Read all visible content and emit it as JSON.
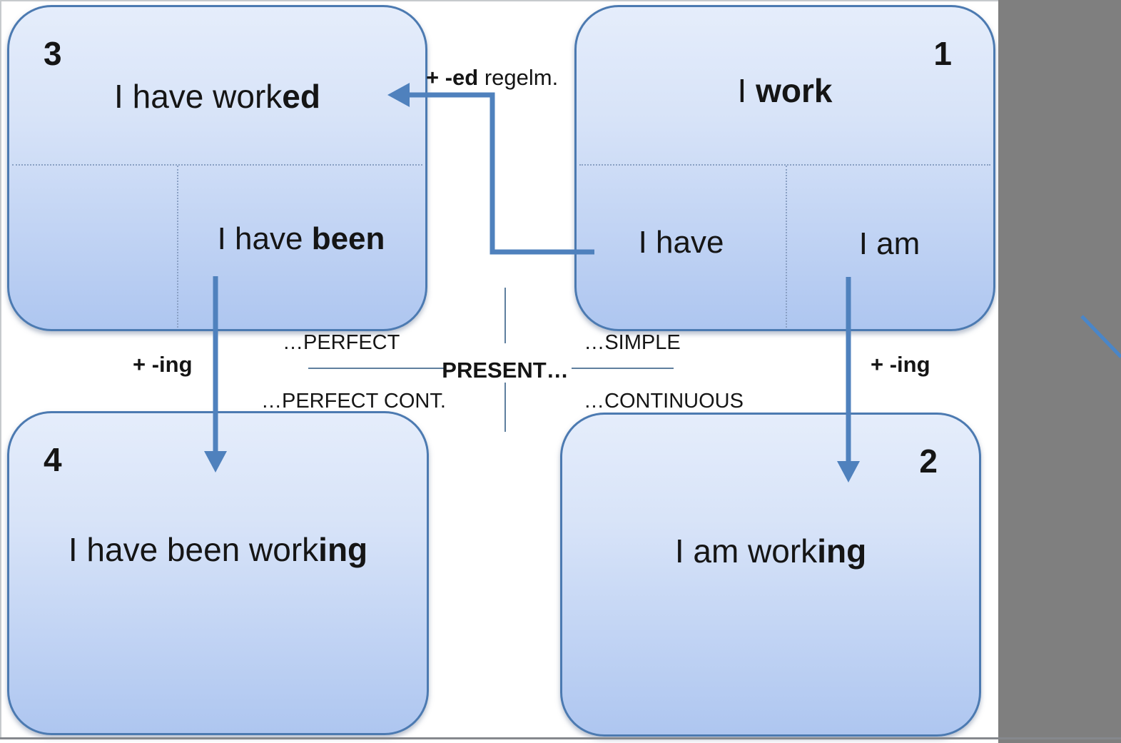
{
  "colors": {
    "accent_arrow": "#4f81bd",
    "box_border": "#4c7ab1",
    "box_fill_top": "#e5edfb",
    "box_fill_bottom": "#aec6f0",
    "offslide_gray": "#7f7f7f",
    "divider_line": "#5f7f9e"
  },
  "boxes": {
    "simple": {
      "number": "1",
      "title_prefix": "I ",
      "title_bold": "work",
      "sub_left": "I have",
      "sub_right": "I am"
    },
    "continuous": {
      "number": "2",
      "title_prefix": "I am work",
      "title_bold": "ing"
    },
    "perfect": {
      "number": "3",
      "title_prefix": "I have work",
      "title_bold": "ed",
      "sub_prefix": "I have ",
      "sub_bold": "been"
    },
    "perfect_continuous": {
      "number": "4",
      "title_prefix": "I have been work",
      "title_bold": "ing"
    }
  },
  "labels": {
    "ed_rule_bold": "+ -ed",
    "ed_rule_rest": " regelm.",
    "ing_left": "+ -ing",
    "ing_right": "+ -ing",
    "center_present": "PRESENT…",
    "center_perfect": "…PERFECT",
    "center_simple": "…SIMPLE",
    "center_perfect_cont": "…PERFECT CONT.",
    "center_continuous": "…CONTINUOUS"
  }
}
